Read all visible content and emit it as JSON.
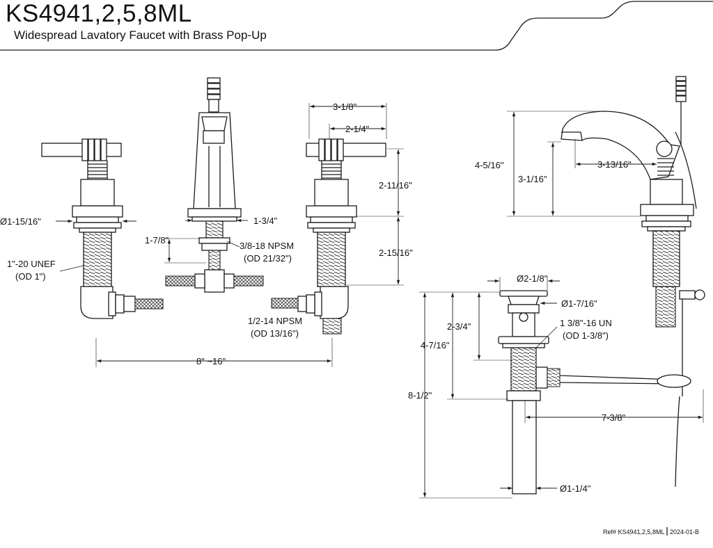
{
  "header": {
    "model": "KS4941,2,5,8ML",
    "subtitle": "Widespread Lavatory Faucet with Brass Pop-Up"
  },
  "dimensions": {
    "d_3_1_8": "3-1/8\"",
    "d_2_1_4": "2-1/4\"",
    "d_2_11_16": "2-11/16\"",
    "d_2_15_16": "2-15/16\"",
    "d_1_15_16": "Ø1-15/16\"",
    "d_1_3_4": "1-3/4\"",
    "d_1_7_8": "1-7/8\"",
    "npsm_3_8_a": "3/8-18 NPSM",
    "npsm_3_8_b": "(OD 21/32\")",
    "unef_a": "1\"-20 UNEF",
    "unef_b": "(OD 1\")",
    "npsm_1_2_a": "1/2-14 NPSM",
    "npsm_1_2_b": "(OD 13/16\")",
    "spread": "8\" ~16\"",
    "d_4_5_16": "4-5/16\"",
    "d_3_1_16": "3-1/16\"",
    "d_3_13_16": "3-13/16\"",
    "d_dia_2_1_8": "Ø2-1/8\"",
    "d_dia_1_7_16": "Ø1-7/16\"",
    "d_2_3_4": "2-3/4\"",
    "un_a": "1 3/8\"-16 UN",
    "un_b": "(OD 1-3/8\")",
    "d_4_7_16": "4-7/16\"",
    "d_8_1_2": "8-1/2\"",
    "d_7_3_8": "7-3/8\"",
    "d_dia_1_1_4": "Ø1-1/4\""
  },
  "footer": {
    "ref": "Ref# KS4941,2,5,8ML",
    "rev": "2024-01-B"
  }
}
